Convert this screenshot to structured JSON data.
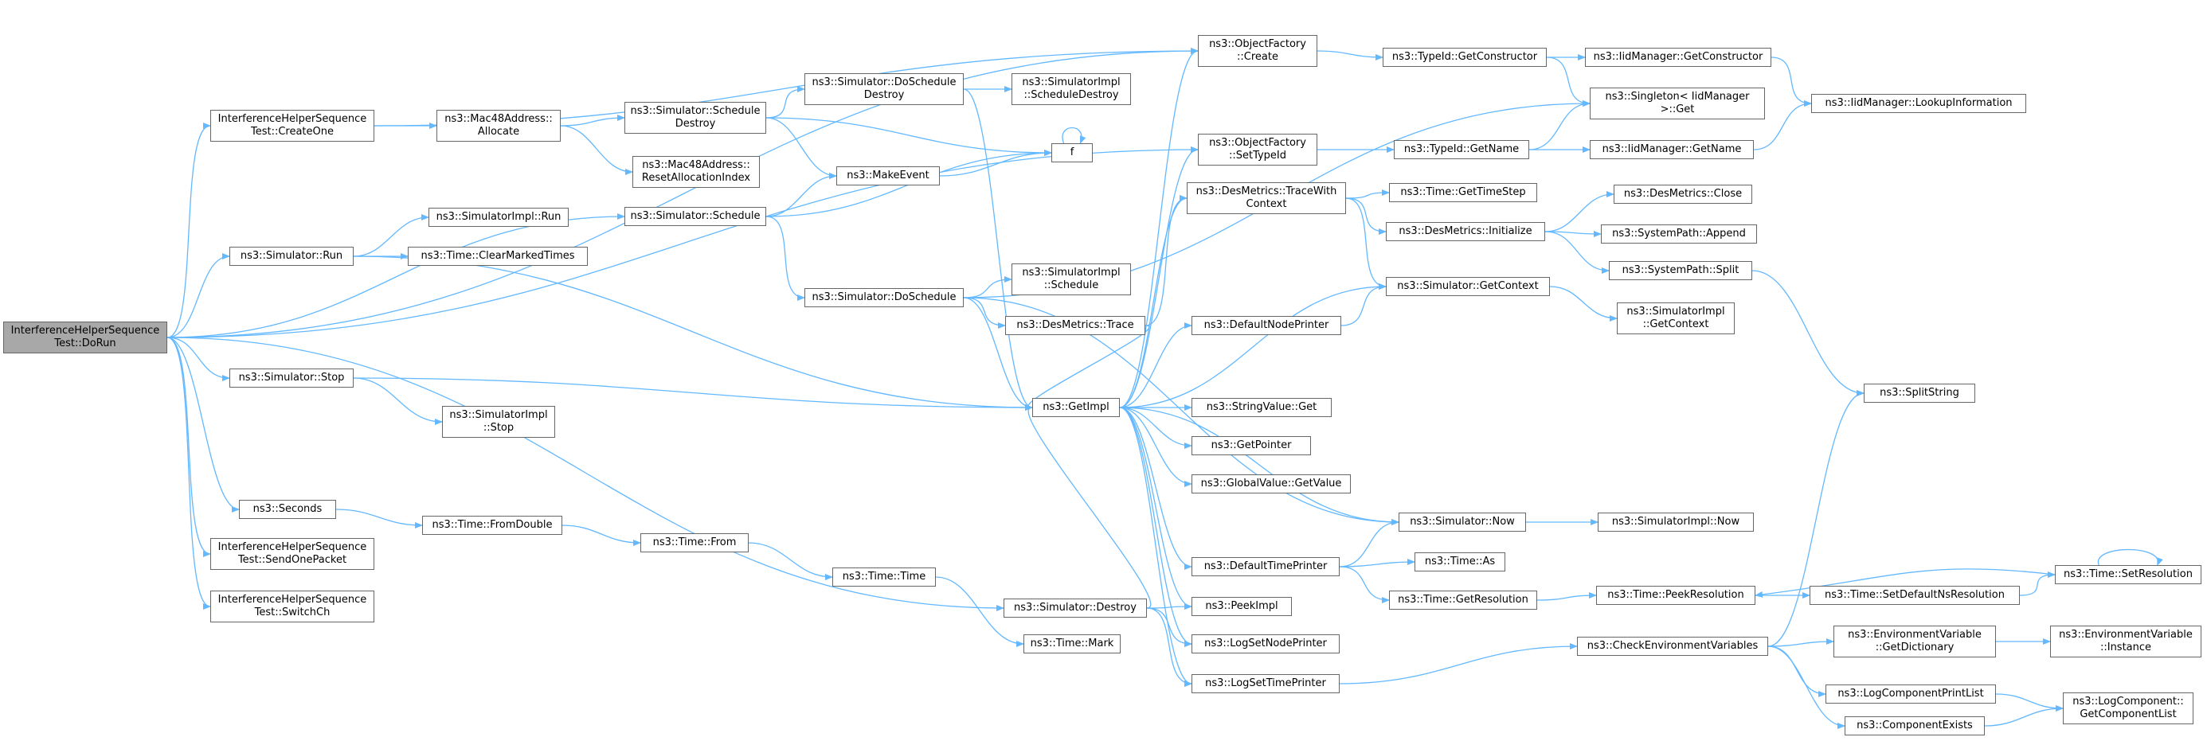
{
  "colors": {
    "edge": "#63b8ff",
    "node_border": "#666666",
    "root_fill": "#a8a8a8",
    "node_fill": "#ffffff"
  },
  "nodes": {
    "n_root": "InterferenceHelperSequence\nTest::DoRun",
    "n_createone": "InterferenceHelperSequence\nTest::CreateOne",
    "n_run": "ns3::Simulator::Run",
    "n_stop": "ns3::Simulator::Stop",
    "n_seconds": "ns3::Seconds",
    "n_sendone": "InterferenceHelperSequence\nTest::SendOnePacket",
    "n_switchch": "InterferenceHelperSequence\nTest::SwitchCh",
    "n_mac_alloc": "ns3::Mac48Address::\nAllocate",
    "n_simimpl_run": "ns3::SimulatorImpl::Run",
    "n_clearmarked": "ns3::Time::ClearMarkedTimes",
    "n_simimpl_stop": "ns3::SimulatorImpl\n::Stop",
    "n_fromdouble": "ns3::Time::FromDouble",
    "n_sched_destroy": "ns3::Simulator::Schedule\nDestroy",
    "n_mac_reset": "ns3::Mac48Address::\nResetAllocationIndex",
    "n_schedule": "ns3::Simulator::Schedule",
    "n_from": "ns3::Time::From",
    "n_doschedule_destroy": "ns3::Simulator::DoSchedule\nDestroy",
    "n_doschedule": "ns3::Simulator::DoSchedule",
    "n_time_time": "ns3::Time::Time",
    "n_destroy": "ns3::Simulator::Destroy",
    "n_simimpl_scheddestroy": "ns3::SimulatorImpl\n::ScheduleDestroy",
    "n_makeevent": "ns3::MakeEvent",
    "n_simimpl_schedule": "ns3::SimulatorImpl\n::Schedule",
    "n_desmetrics_trace": "ns3::DesMetrics::Trace",
    "n_timemark": "ns3::Time::Mark",
    "n_f": "f",
    "n_getimpl": "ns3::GetImpl",
    "n_of_create": "ns3::ObjectFactory\n::Create",
    "n_of_settypeid": "ns3::ObjectFactory\n::SetTypeId",
    "n_dm_tracewithctx": "ns3::DesMetrics::TraceWith\nContext",
    "n_defnodeprinter": "ns3::DefaultNodePrinter",
    "n_stringvalue_get": "ns3::StringValue::Get",
    "n_getpointer": "ns3::GetPointer",
    "n_globalvalue_getvalue": "ns3::GlobalValue::GetValue",
    "n_deftimeprinter": "ns3::DefaultTimePrinter",
    "n_peekimpl": "ns3::PeekImpl",
    "n_logsetnodeprinter": "ns3::LogSetNodePrinter",
    "n_logsettimeprinter": "ns3::LogSetTimePrinter",
    "n_typeid_getctor": "ns3::TypeId::GetConstructor",
    "n_typeid_getname": "ns3::TypeId::GetName",
    "n_time_gettimestep": "ns3::Time::GetTimeStep",
    "n_dm_initialize": "ns3::DesMetrics::Initialize",
    "n_sim_getcontext": "ns3::Simulator::GetContext",
    "n_sim_now": "ns3::Simulator::Now",
    "n_time_as": "ns3::Time::As",
    "n_time_getresolution": "ns3::Time::GetResolution",
    "n_checkenv": "ns3::CheckEnvironmentVariables",
    "n_iid_getctor": "ns3::IidManager::GetConstructor",
    "n_singleton_get": "ns3::Singleton< IidManager\n>::Get",
    "n_iid_getname": "ns3::IidManager::GetName",
    "n_dm_close": "ns3::DesMetrics::Close",
    "n_sp_append": "ns3::SystemPath::Append",
    "n_sp_split": "ns3::SystemPath::Split",
    "n_simimpl_getcontext": "ns3::SimulatorImpl\n::GetContext",
    "n_simimpl_now": "ns3::SimulatorImpl::Now",
    "n_time_peekres": "ns3::Time::PeekResolution",
    "n_time_setdefns": "ns3::Time::SetDefaultNsResolution",
    "n_envvar_getdict": "ns3::EnvironmentVariable\n::GetDictionary",
    "n_logcomp_printlist": "ns3::LogComponentPrintList",
    "n_componentexists": "ns3::ComponentExists",
    "n_iid_lookupinfo": "ns3::IidManager::LookupInformation",
    "n_splitstring": "ns3::SplitString",
    "n_time_setres": "ns3::Time::SetResolution",
    "n_envvar_instance": "ns3::EnvironmentVariable\n::Instance",
    "n_logcomp_getlist": "ns3::LogComponent::\nGetComponentList"
  }
}
